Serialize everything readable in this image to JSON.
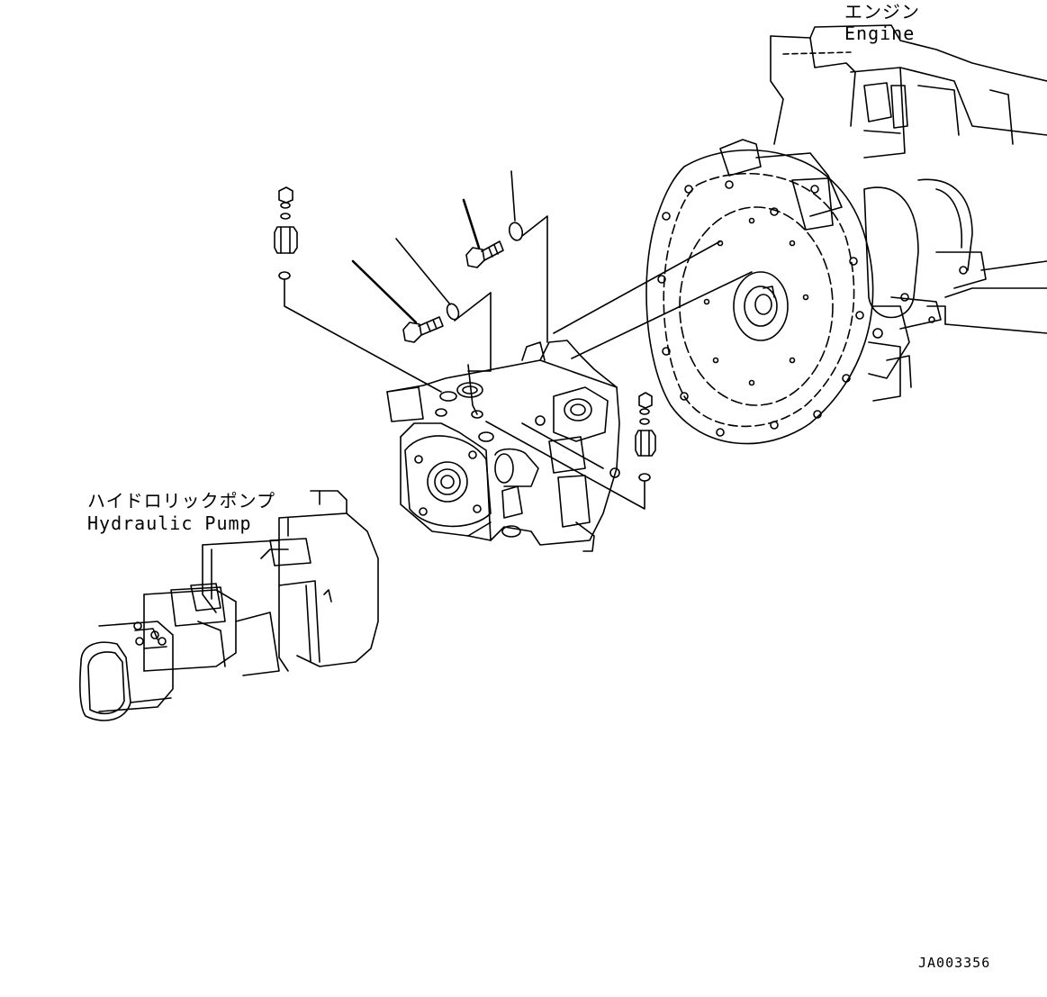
{
  "labels": {
    "engine_jp": "エンジン",
    "engine_en": "Engine",
    "pump_jp": "ハイドロリックポンプ",
    "pump_en": "Hydraulic Pump"
  },
  "drawing_id": "JA003356",
  "colors": {
    "ink": "#000000",
    "paper": "#ffffff"
  }
}
